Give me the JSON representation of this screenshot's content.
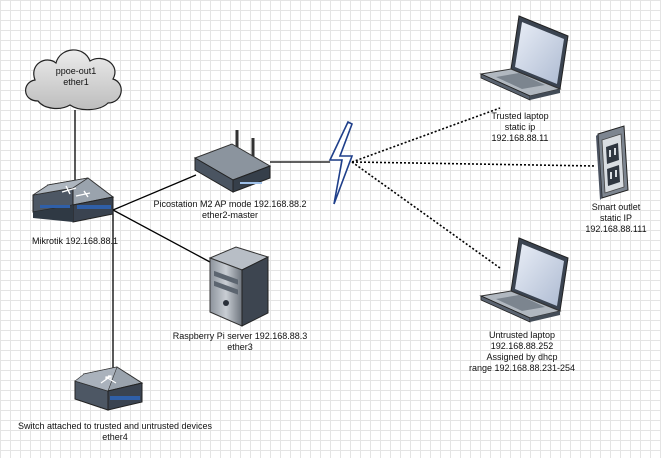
{
  "nodes": {
    "cloud": {
      "lines": [
        "ppoe-out1",
        "ether1"
      ]
    },
    "mikrotik": {
      "lines": [
        "Mikrotik 192.168.88.1"
      ]
    },
    "picostation": {
      "lines": [
        "Picostation M2 AP mode 192.168.88.2",
        "ether2-master"
      ]
    },
    "raspberry": {
      "lines": [
        "Raspberry Pi server 192.168.88.3",
        "ether3"
      ]
    },
    "switch": {
      "lines": [
        "Switch attached to trusted and untrusted devices",
        "ether4"
      ]
    },
    "trusted_laptop": {
      "lines": [
        "Trusted laptop",
        "static ip",
        "192.168.88.11"
      ]
    },
    "smart_outlet": {
      "lines": [
        "Smart outlet",
        "static IP",
        "192.168.88.111"
      ]
    },
    "untrusted_laptop": {
      "lines": [
        "Untrusted laptop",
        "192.168.88.252",
        "Assigned by dhcp",
        "range 192.168.88.231-254"
      ]
    }
  },
  "colors": {
    "grid": "#e4e4e4",
    "line": "#000000",
    "device_dark": "#3a4350",
    "device_mid": "#5b6674",
    "device_light": "#aab2bc",
    "port_blue": "#2f5fa8",
    "cloud_fill": "#d6d6d6"
  }
}
